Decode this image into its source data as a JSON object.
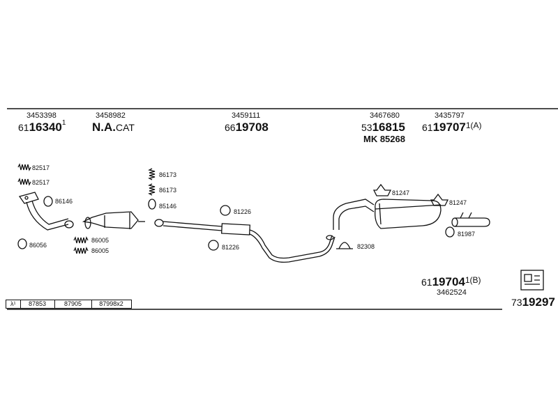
{
  "references": [
    {
      "ref": "3453398",
      "prefix": "61",
      "code": "16340",
      "suffix": "1"
    },
    {
      "ref": "3458982",
      "prefix": "",
      "code": "N.A.",
      "suffix": "CAT"
    },
    {
      "ref": "3459111",
      "prefix": "66",
      "code": "19708",
      "suffix": ""
    },
    {
      "ref": "3467680",
      "prefix": "53",
      "code": "16815",
      "suffix": "",
      "mk": "MK 85268"
    },
    {
      "ref": "3435797",
      "prefix": "61",
      "code": "19707",
      "suffix": "1(A)"
    }
  ],
  "bottom_ref": {
    "prefix": "61",
    "code": "19704",
    "suffix": "1(B)",
    "ref": "3462524"
  },
  "diagram_id": {
    "prefix": "73",
    "code": "19297"
  },
  "labels": {
    "l82517a": "82517",
    "l82517b": "82517",
    "l86146": "86146",
    "l86056": "86056",
    "l86005a": "86005",
    "l86005b": "86005",
    "l86173a": "86173",
    "l86173b": "86173",
    "l85146": "85146",
    "l81226a": "81226",
    "l81226b": "81226",
    "l82308": "82308",
    "l81247a": "81247",
    "l81247b": "81247",
    "l81987": "81987"
  },
  "parts_table": [
    "λ¹",
    "87853",
    "87905",
    "87998x2"
  ]
}
